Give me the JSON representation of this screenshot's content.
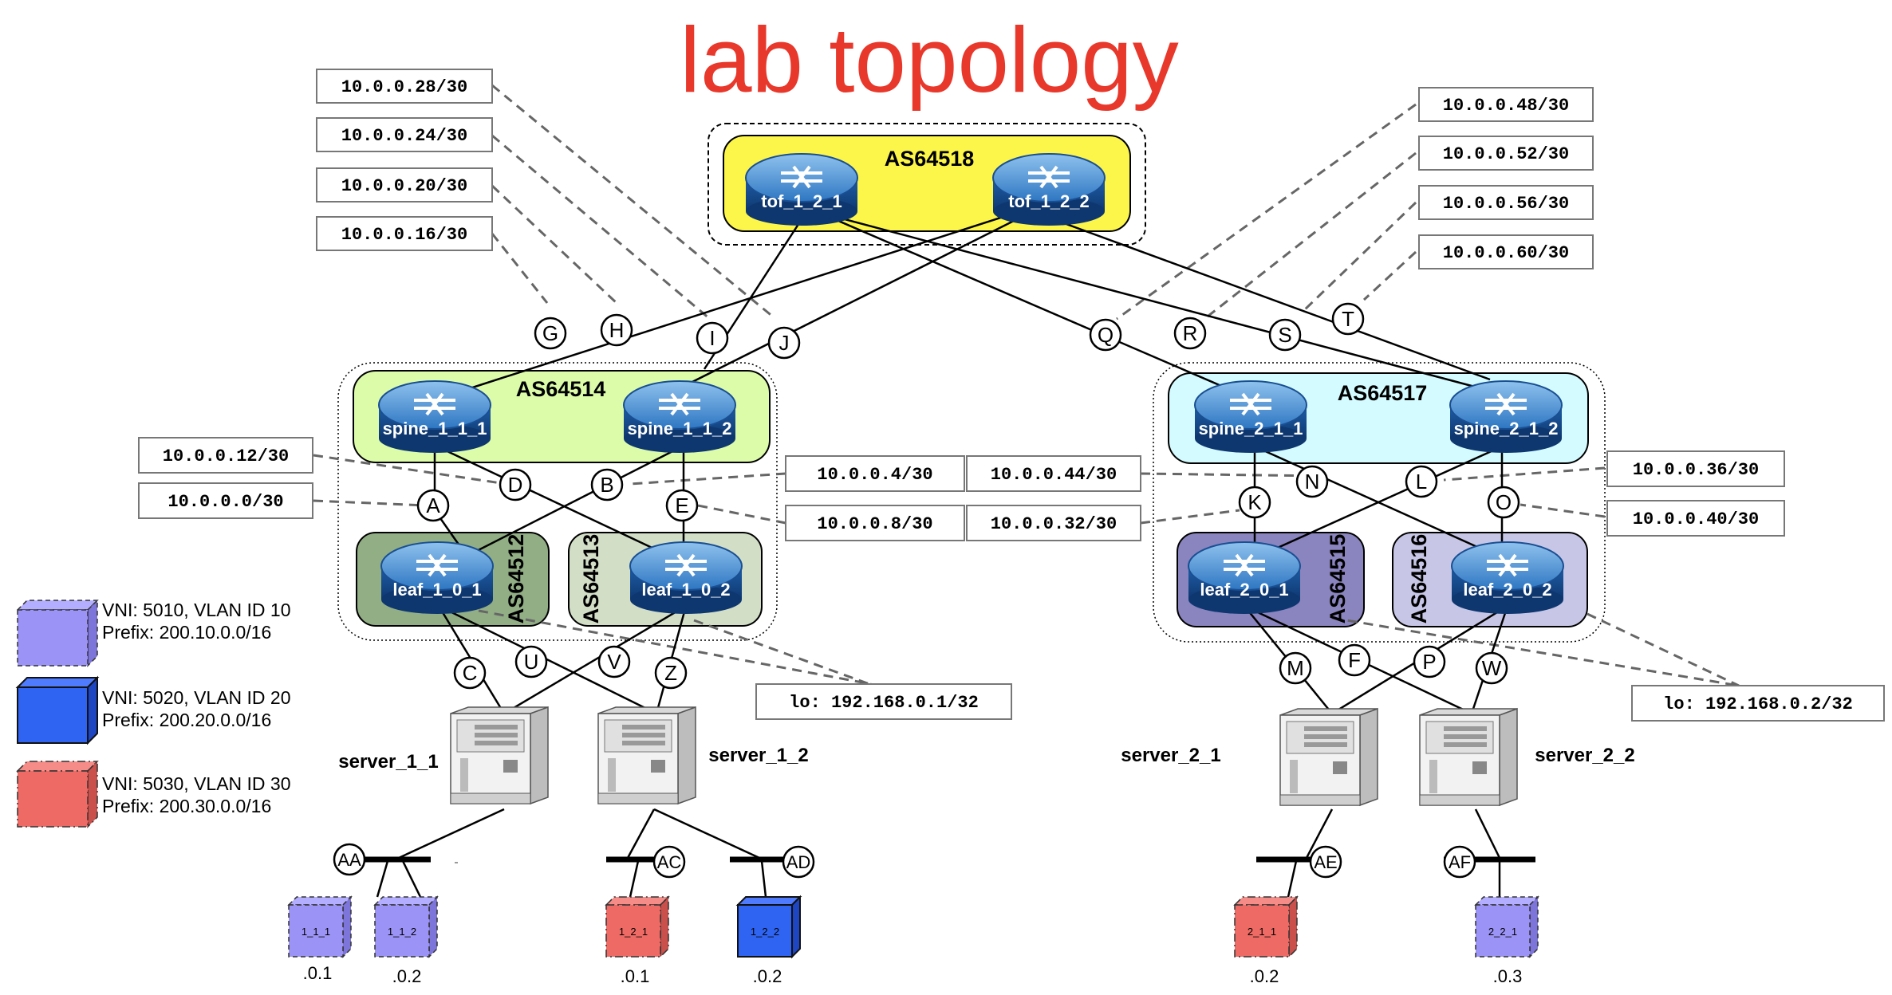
{
  "title": "lab topology",
  "as": {
    "top": "AS64518",
    "pod1": "AS64514",
    "pod2": "AS64517",
    "leaf_1_0_1": "AS64512",
    "leaf_1_0_2": "AS64513",
    "leaf_2_0_1": "AS64515",
    "leaf_2_0_2": "AS64516"
  },
  "routers": {
    "tof_1_2_1": "tof_1_2_1",
    "tof_1_2_2": "tof_1_2_2",
    "spine_1_1_1": "spine_1_1_1",
    "spine_1_1_2": "spine_1_1_2",
    "spine_2_1_1": "spine_2_1_1",
    "spine_2_1_2": "spine_2_1_2",
    "leaf_1_0_1": "leaf_1_0_1",
    "leaf_1_0_2": "leaf_1_0_2",
    "leaf_2_0_1": "leaf_2_0_1",
    "leaf_2_0_2": "leaf_2_0_2"
  },
  "prefixes": {
    "p28": "10.0.0.28/30",
    "p24": "10.0.0.24/30",
    "p20": "10.0.0.20/30",
    "p16": "10.0.0.16/30",
    "p48": "10.0.0.48/30",
    "p52": "10.0.0.52/30",
    "p56": "10.0.0.56/30",
    "p60": "10.0.0.60/30",
    "p12": "10.0.0.12/30",
    "p0": "10.0.0.0/30",
    "p4": "10.0.0.4/30",
    "p8": "10.0.0.8/30",
    "p44": "10.0.0.44/30",
    "p32": "10.0.0.32/30",
    "p36": "10.0.0.36/30",
    "p40": "10.0.0.40/30",
    "lo1": "lo: 192.168.0.1/32",
    "lo2": "lo: 192.168.0.2/32"
  },
  "links": {
    "A": "A",
    "B": "B",
    "C": "C",
    "D": "D",
    "E": "E",
    "F": "F",
    "G": "G",
    "H": "H",
    "I": "I",
    "J": "J",
    "K": "K",
    "L": "L",
    "M": "M",
    "N": "N",
    "O": "O",
    "P": "P",
    "Q": "Q",
    "R": "R",
    "S": "S",
    "T": "T",
    "U": "U",
    "V": "V",
    "W": "W",
    "Z": "Z",
    "AA": "AA",
    "AC": "AC",
    "AD": "AD",
    "AE": "AE",
    "AF": "AF"
  },
  "servers": {
    "s11": "server_1_1",
    "s12": "server_1_2",
    "s21": "server_2_1",
    "s22": "server_2_2"
  },
  "legend": [
    {
      "vni": "VNI: 5010, VLAN ID 10",
      "prefix": "Prefix: 200.10.0.0/16",
      "color": "#9b93f5"
    },
    {
      "vni": "VNI: 5020, VLAN ID 20",
      "prefix": "Prefix: 200.20.0.0/16",
      "color": "#2f64f2"
    },
    {
      "vni": "VNI: 5030, VLAN ID 30",
      "prefix": "Prefix: 200.30.0.0/16",
      "color": "#ee6a64"
    }
  ],
  "clients": {
    "c111": {
      "name": "1_1_1",
      "ip": ".0.1"
    },
    "c112": {
      "name": "1_1_2",
      "ip": ".0.2"
    },
    "c121": {
      "name": "1_2_1",
      "ip": ".0.1"
    },
    "c122": {
      "name": "1_2_2",
      "ip": ".0.2"
    },
    "c211": {
      "name": "2_1_1",
      "ip": ".0.2"
    },
    "c221": {
      "name": "2_2_1",
      "ip": ".0.3"
    }
  },
  "colors": {
    "title": "#e8382b",
    "top_as": "#fdf64a",
    "pod1": "#dcfcaa",
    "pod2": "#d4fbff",
    "leaf_1_0_1_box": "#92ae85",
    "leaf_1_0_2_box": "#d2dec6",
    "leaf_2_0_1_box": "#8a84bf",
    "leaf_2_0_2_box": "#c7c6e6",
    "router": "#1f5fa8",
    "vlan10": "#9b93f5",
    "vlan20": "#2f64f2",
    "vlan30": "#ee6a64"
  }
}
